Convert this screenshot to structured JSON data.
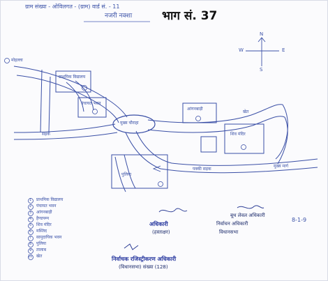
{
  "header": {
    "line1": "ग्राम संख्या -   ओविलगत - (ग्राम)  वार्ड सं. - 11",
    "subtitle": "नजरी नक्शा",
    "part_label": "भाग सं. 37"
  },
  "compass": {
    "n": "N",
    "e": "E",
    "w": "W",
    "s": "S"
  },
  "map_labels": {
    "top_left_road": "मोहल्ला",
    "building_top": "प्राथमिक विद्यालय",
    "building_mid": "पंचायत भवन",
    "center_circle": "मुख्य चौराहा",
    "right_top": "आंगनबाड़ी",
    "right_box": "शिव मंदिर",
    "lower_left": "पुलिया",
    "lower_road": "पक्की सड़क",
    "bottom_road": "मुख्य मार्ग",
    "left_road": "सड़क",
    "right_small": "खेत"
  },
  "legend": [
    {
      "num": "1",
      "label": "प्राथमिक विद्यालय"
    },
    {
      "num": "2",
      "label": "पंचायत भवन"
    },
    {
      "num": "3",
      "label": "आंगनबाड़ी"
    },
    {
      "num": "4",
      "label": "हैण्डपम्प"
    },
    {
      "num": "5",
      "label": "शिव मंदिर"
    },
    {
      "num": "6",
      "label": "मस्जिद"
    },
    {
      "num": "7",
      "label": "सामुदायिक भवन"
    },
    {
      "num": "8",
      "label": "पुलिया"
    },
    {
      "num": "9",
      "label": "तालाब"
    },
    {
      "num": "10",
      "label": "खेत"
    }
  ],
  "signatures": {
    "sig1_title": "अधिकारी",
    "sig1_sub": "(हस्ताक्षर)",
    "sig2_title": "निर्वाचन अधिकारी",
    "sig2_sub": "विधानसभा",
    "sig3_title": "बूथ लेवल अधिकारी",
    "sig3_date": "8-1-9",
    "footer_title": "निर्वाचक रजिस्ट्रीकरण अधिकारी",
    "footer_sub": "(विधानसभा) संख्या (128)"
  }
}
